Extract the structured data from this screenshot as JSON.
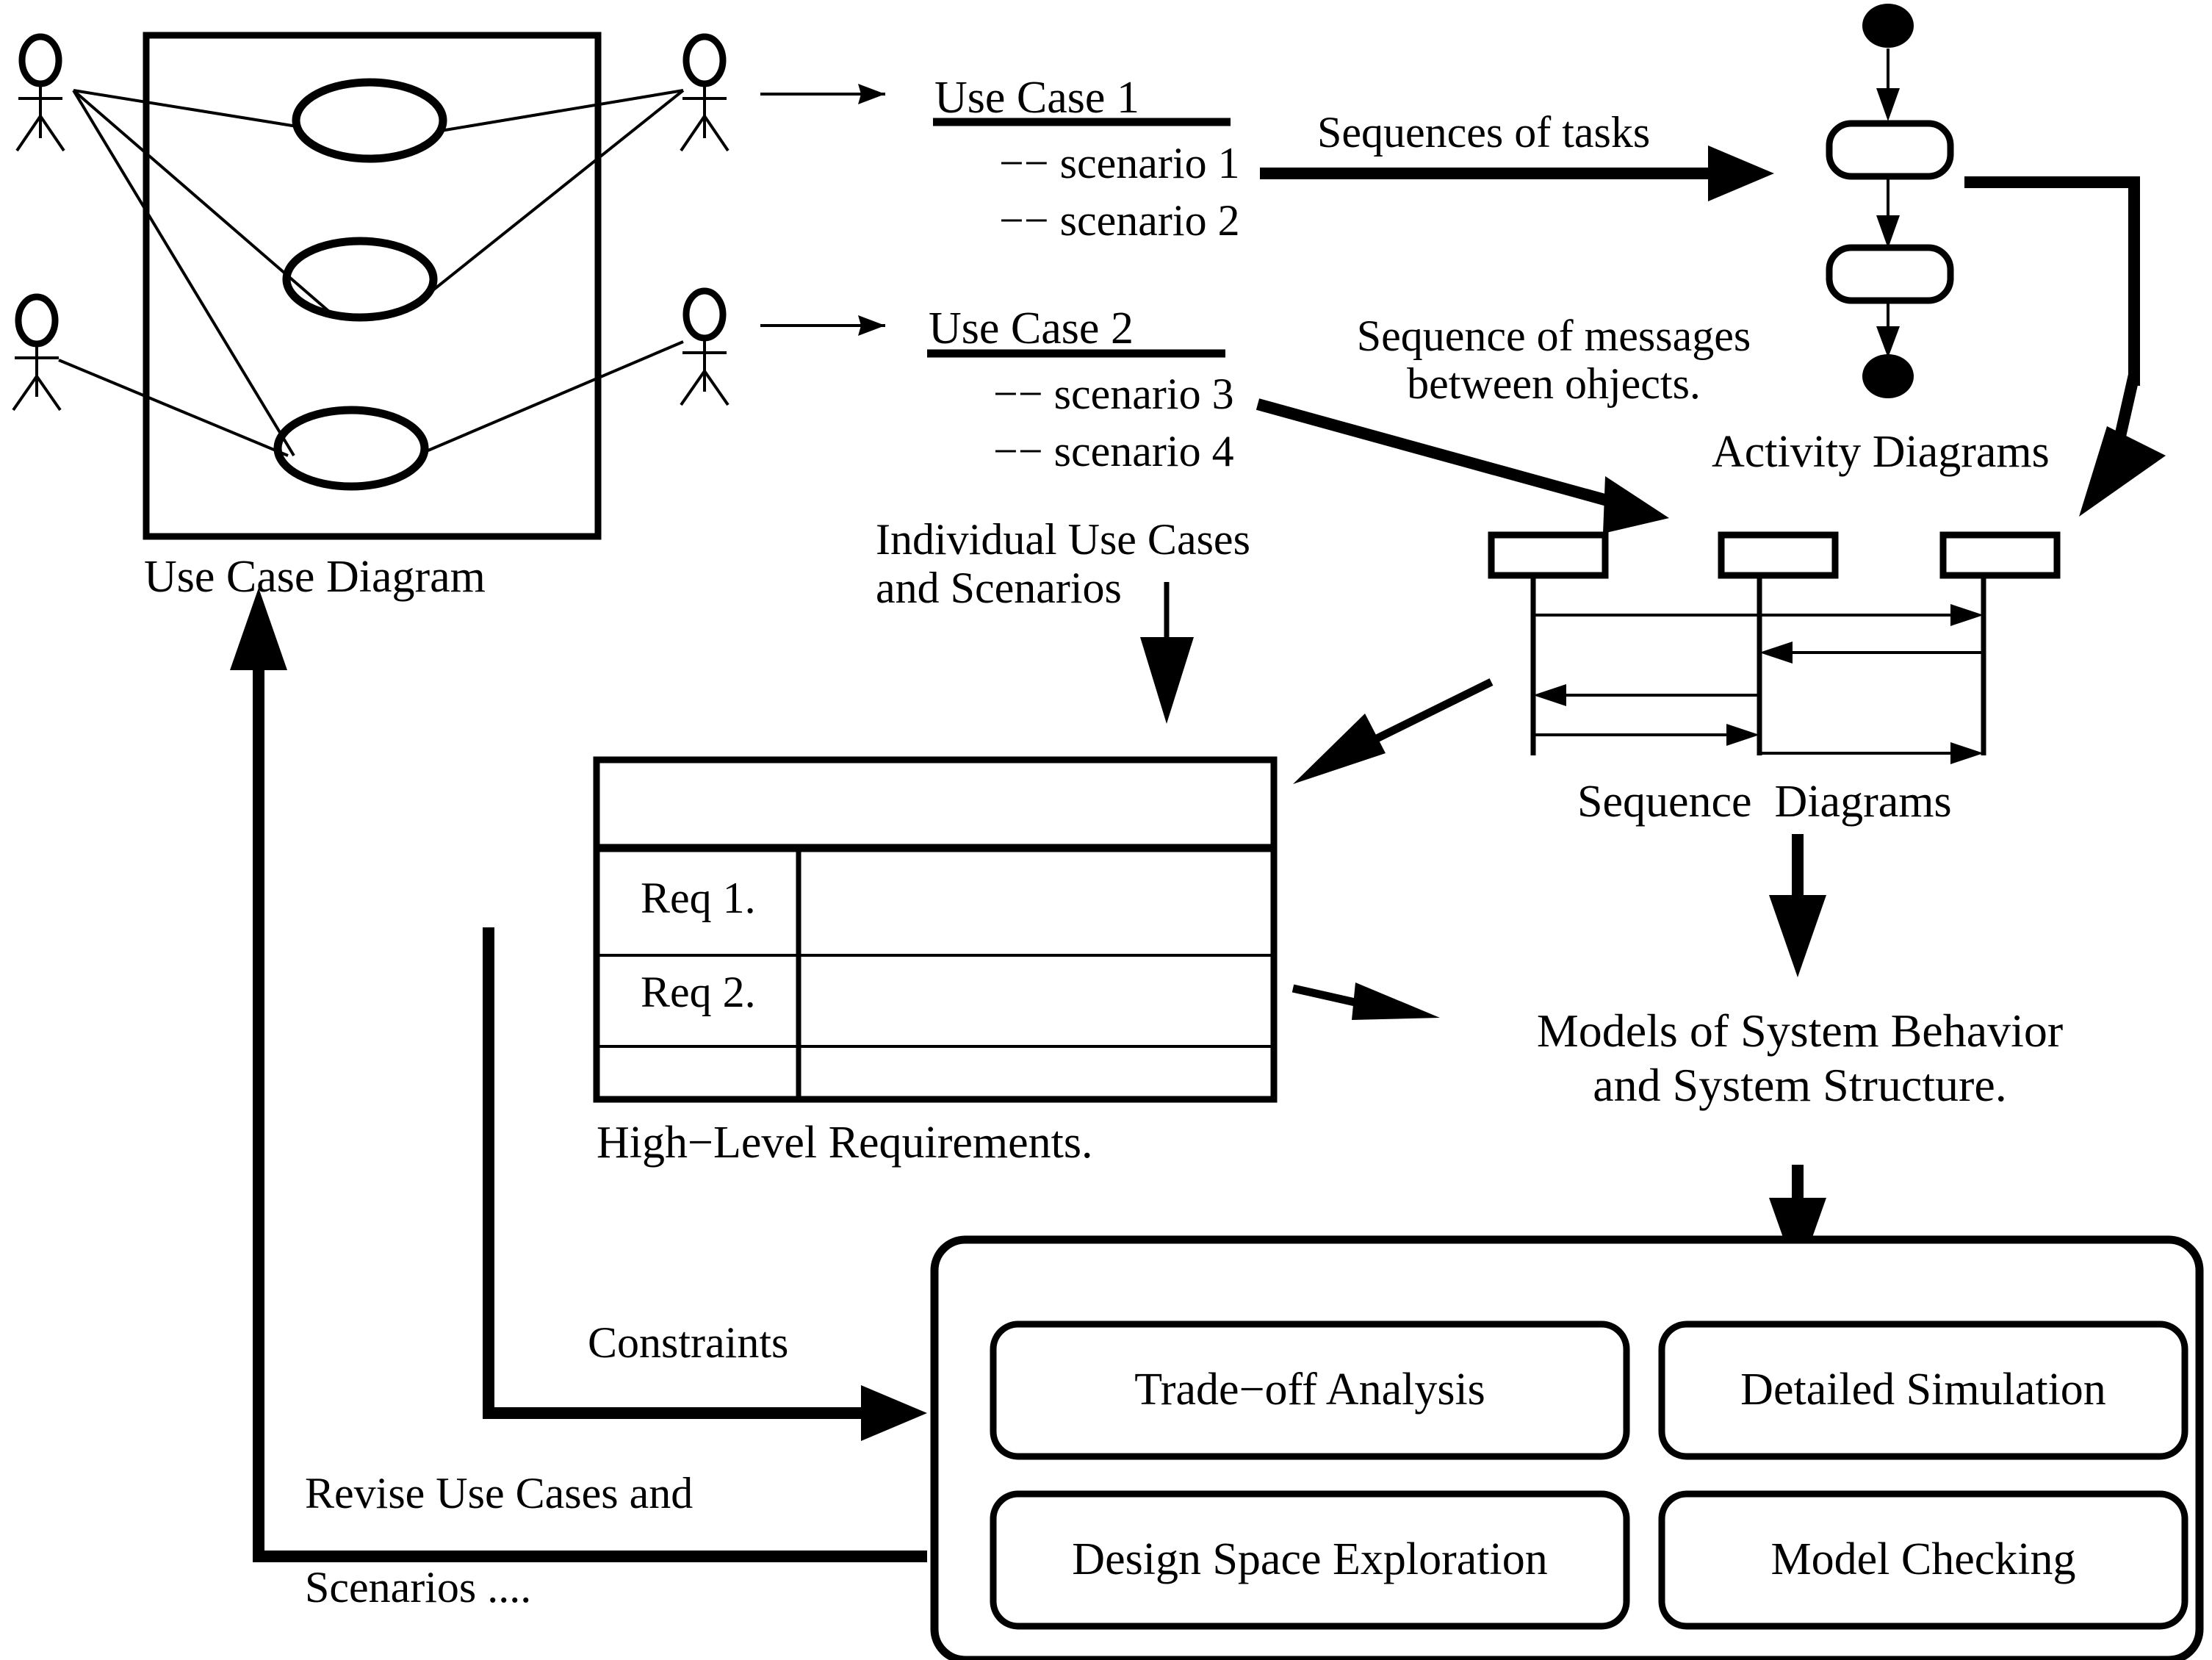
{
  "diagram": {
    "title_absent": true,
    "use_case_diagram": {
      "caption": "Use Case Diagram",
      "actors": [
        "actor-top-left",
        "actor-bottom-left",
        "actor-top-right",
        "actor-bottom-right"
      ],
      "use_case_count": 3
    },
    "use_cases": [
      {
        "name": "Use Case 1",
        "scenarios": [
          "−− scenario 1",
          "−− scenario 2"
        ]
      },
      {
        "name": "Use Case 2",
        "scenarios": [
          "−− scenario 3",
          "−− scenario 4"
        ]
      }
    ],
    "edge_labels": {
      "sequences_of_tasks": "Sequences of tasks",
      "sequence_of_messages": [
        "Sequence of messages",
        "between ohjects."
      ],
      "individual_use_cases": [
        "Individual Use Cases",
        "and Scenarios"
      ],
      "constraints": "Constraints",
      "revise": [
        "Revise Use Cases and",
        "Scenarios ...."
      ]
    },
    "activity_diagram": {
      "caption": "Activity Diagrams",
      "nodes": [
        "initial-node",
        "action-1",
        "action-2",
        "final-node"
      ]
    },
    "sequence_diagram": {
      "caption": "Sequence  Diagrams",
      "lifelines": 3,
      "messages": 5
    },
    "requirements_table": {
      "caption": "High−Level Requirements.",
      "header_row": "",
      "rows": [
        {
          "id": "Req 1.",
          "value": ""
        },
        {
          "id": "Req 2.",
          "value": ""
        },
        {
          "id": "",
          "value": ""
        }
      ]
    },
    "models_node": [
      "Models of System Behavior",
      "and System Structure."
    ],
    "analysis_box": {
      "items": [
        "Trade−off Analysis",
        "Detailed Simulation",
        "Design Space Exploration",
        "Model Checking"
      ]
    },
    "colors": {
      "ink": "#000000",
      "paper": "#ffffff"
    }
  }
}
